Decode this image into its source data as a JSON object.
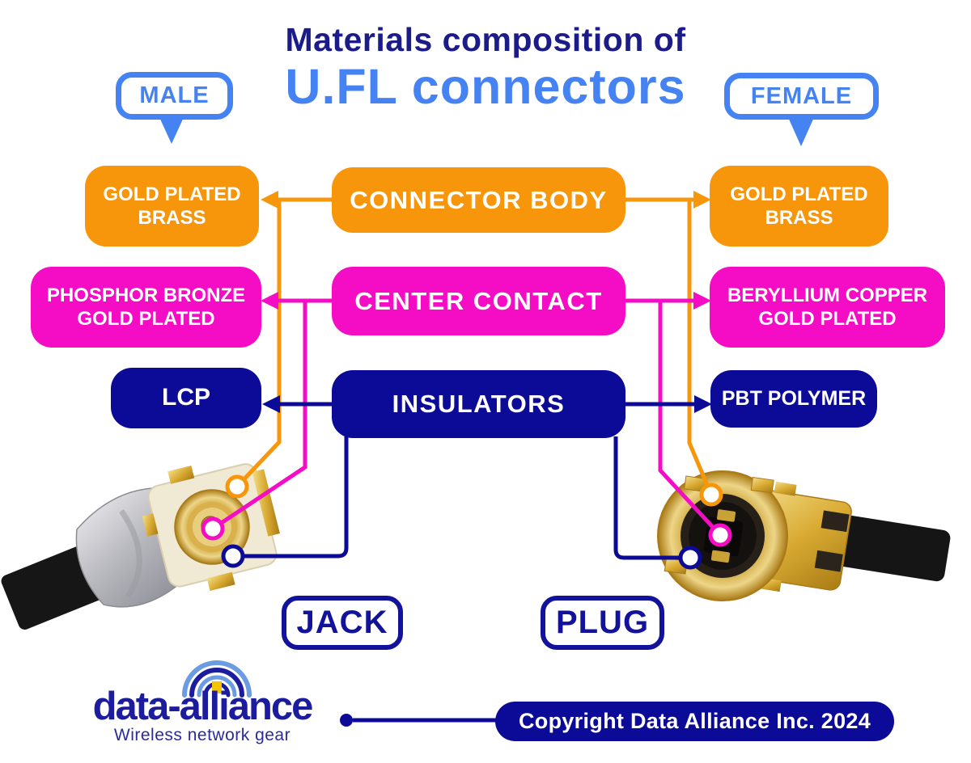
{
  "title": {
    "line1": "Materials composition of",
    "line2": "U.FL connectors"
  },
  "bubbles": {
    "male": "MALE",
    "female": "FEMALE"
  },
  "materials": {
    "connector_body": {
      "label": "CONNECTOR BODY",
      "male": "GOLD PLATED\nBRASS",
      "female": "GOLD PLATED\nBRASS"
    },
    "center_contact": {
      "label": "CENTER CONTACT",
      "male": "PHOSPHOR BRONZE\nGOLD PLATED",
      "female": "BERYLLIUM COPPER\nGOLD PLATED"
    },
    "insulators": {
      "label": "INSULATORS",
      "male": "LCP",
      "female": "PBT POLYMER"
    }
  },
  "connector_labels": {
    "jack": "JACK",
    "plug": "PLUG"
  },
  "footer": {
    "logo_text": "data-alliance",
    "logo_tagline": "Wireless network gear",
    "copyright": "Copyright Data Alliance Inc. 2024"
  },
  "colors": {
    "orange": "#F8960B",
    "magenta": "#F50CC5",
    "navy": "#0B0B97",
    "accent_blue": "#4583F2",
    "title_navy": "#1B1B8A",
    "logo_navy": "#1C1C9E",
    "logo_gold": "#F5C400"
  }
}
